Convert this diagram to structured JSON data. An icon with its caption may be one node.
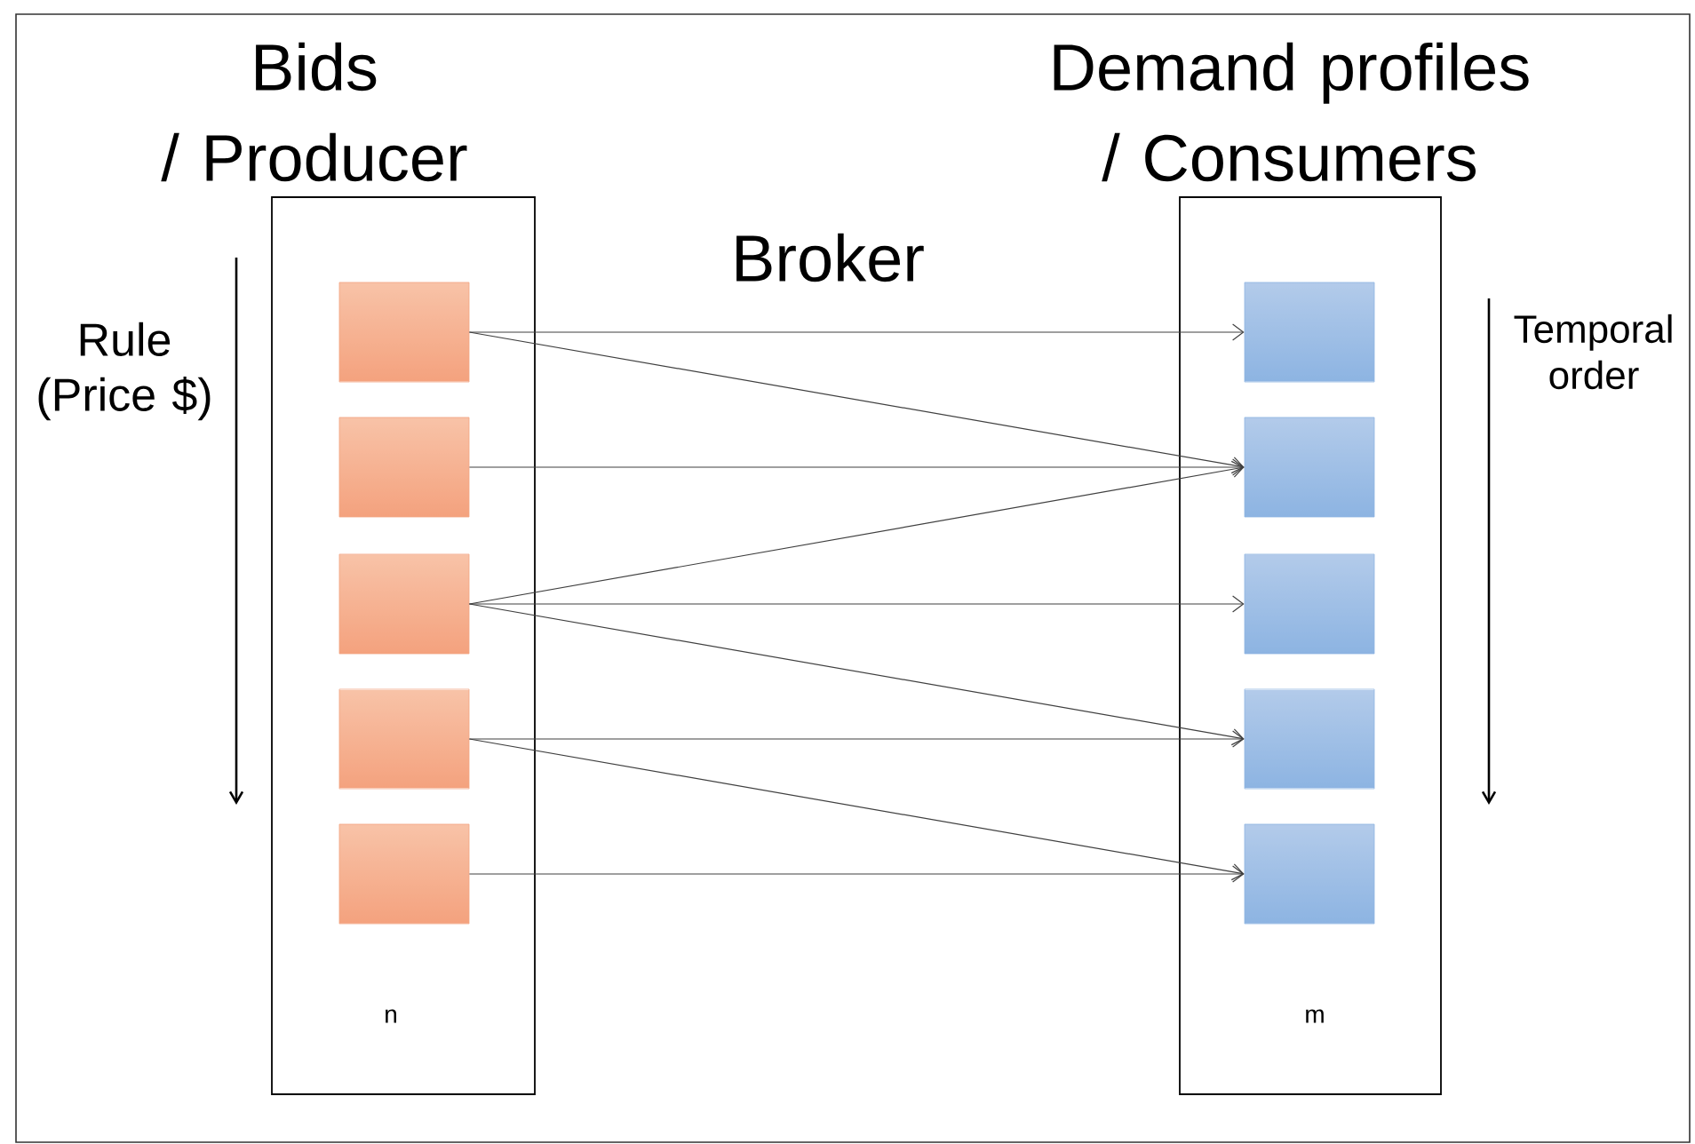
{
  "diagram": {
    "nodes": [
      {
        "text": [
          "Bids / Producer",
          "n"
        ]
      },
      {
        "text": [
          "Demand profiles / Consumers",
          "m"
        ]
      },
      {
        "text": [],
        "shape": "box",
        "in": 0
      },
      {
        "text": [],
        "shape": "box",
        "in": 0
      },
      {
        "text": [],
        "shape": "box",
        "in": 0
      },
      {
        "text": [],
        "shape": "box",
        "in": 0
      },
      {
        "text": [],
        "shape": "box",
        "in": 0
      },
      {
        "text": [],
        "shape": "box",
        "in": 1
      },
      {
        "text": [],
        "shape": "box",
        "in": 1
      },
      {
        "text": [],
        "shape": "box",
        "in": 1
      },
      {
        "text": [],
        "shape": "box",
        "in": 1
      },
      {
        "text": [],
        "shape": "box",
        "in": 1
      }
    ],
    "edges": [
      {
        "from": 2,
        "to": 7,
        "arrow": "to"
      },
      {
        "from": 2,
        "to": 8,
        "arrow": "to"
      },
      {
        "from": 3,
        "to": 8,
        "arrow": "to"
      },
      {
        "from": 4,
        "to": 8,
        "arrow": "to"
      },
      {
        "from": 4,
        "to": 9,
        "arrow": "to"
      },
      {
        "from": 4,
        "to": 10,
        "arrow": "to"
      },
      {
        "from": 5,
        "to": 10,
        "arrow": "to"
      },
      {
        "from": 5,
        "to": 11,
        "arrow": "to"
      },
      {
        "from": 6,
        "to": 11,
        "arrow": "to"
      }
    ],
    "labels": [
      "Broker",
      "Rule (Price $)",
      "Temporal order"
    ]
  }
}
